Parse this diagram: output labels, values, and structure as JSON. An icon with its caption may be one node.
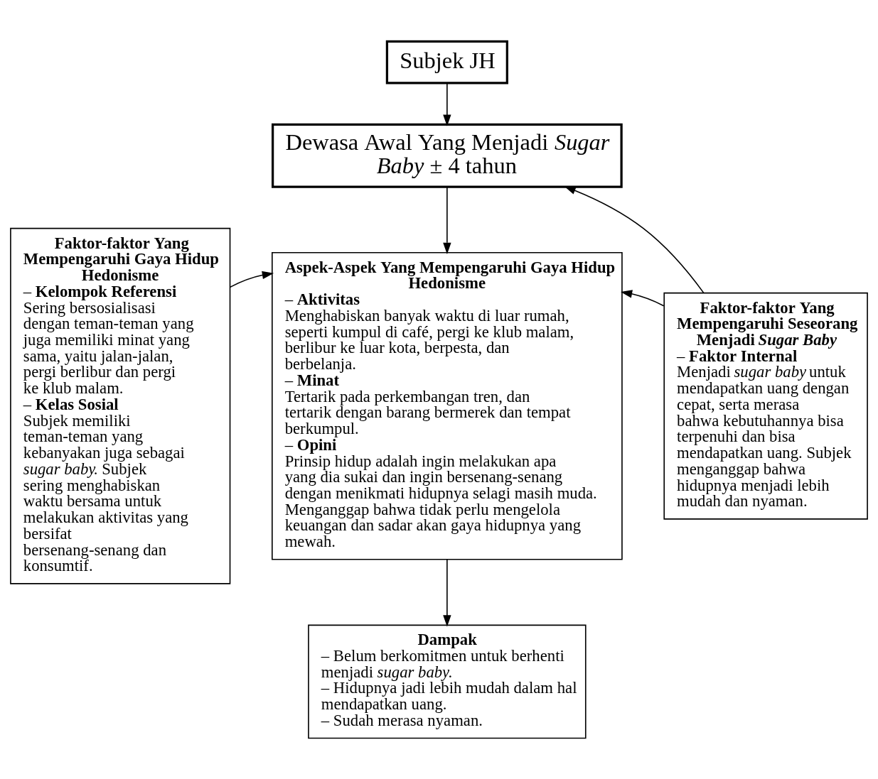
{
  "diagram": {
    "nodes": [
      {
        "text": [
          "Subjek JH"
        ]
      },
      {
        "text": [
          "Dewasa Awal Yang Menjadi *Sugar Baby* ± 4 tahun"
        ]
      },
      {
        "text": [
          "Faktor-faktor Yang Mempengaruhi Gaya Hidup Hedonisme",
          "– **Kelompok Referensi**",
          "Sering bersosialisasi dengan teman-teman yang juga memiliki minat yang sama, yaitu jalan-jalan, pergi berlibur dan pergi ke klub malam.",
          "– **Kelas Sosial**",
          "Subjek memiliki teman-teman yang kebanyakan juga sebagai *sugar baby*. Subjek sering menghabiskan waktu bersama untuk melakukan aktivitas yang bersifat bersenang-senang dan konsumtif."
        ]
      },
      {
        "text": [
          "Aspek-Aspek Yang Mempengaruhi Gaya Hidup Hedonisme",
          "– **Aktivitas**",
          "Menghabiskan banyak waktu di luar rumah, seperti kumpul di café, pergi ke klub malam, berlibur ke luar kota, berpesta, dan berbelanja.",
          "– **Minat**",
          "Tertarik pada perkembangan tren, dan tertarik dengan barang bermerek dan tempat berkumpul.",
          "– **Opini**",
          "Prinsip hidup adalah ingin melakukan apa yang dia sukai dan ingin bersenang-senang dengan menikmati hidupnya selagi masih muda. Menganggap bahwa tidak perlu mengelola keuangan dan sadar akan gaya hidupnya yang mewah."
        ]
      },
      {
        "text": [
          "Faktor-faktor Yang Mempengaruhi Seseorang Menjadi *Sugar Baby*",
          "– **Faktor Internal**",
          "Menjadi *sugar baby* untuk mendapatkan uang dengan cepat, serta merasa bahwa kebutuhannya bisa terpenuhi dan bisa mendapatkan uang. Subjek menganggap bahwa hidupnya menjadi lebih mudah dan nyaman."
        ]
      },
      {
        "text": [
          "Dampak",
          "– Belum berkomitmen untuk berhenti menjadi *sugar baby*.",
          "– Hidupnya jadi lebih mudah dalam hal mendapatkan uang.",
          "– Sudah merasa nyaman."
        ]
      }
    ],
    "edges": [
      {
        "from": 0,
        "to": 1,
        "arrow": "to"
      },
      {
        "from": 1,
        "to": 3,
        "arrow": "to"
      },
      {
        "from": 2,
        "to": 3,
        "arrow": "to"
      },
      {
        "from": 4,
        "to": 3,
        "arrow": "to"
      },
      {
        "from": 4,
        "to": 1,
        "arrow": "to"
      },
      {
        "from": 3,
        "to": 5,
        "arrow": "to"
      }
    ]
  }
}
